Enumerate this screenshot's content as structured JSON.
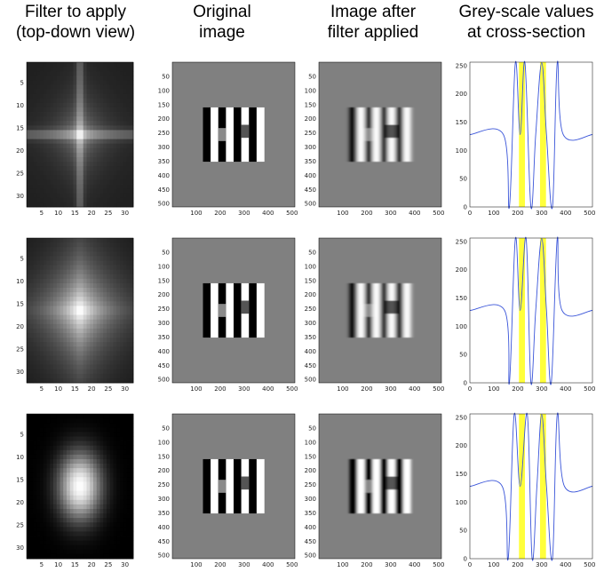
{
  "headers": [
    {
      "line1": "Filter to apply",
      "line2": "(top-down view)"
    },
    {
      "line1": "Original",
      "line2": "image"
    },
    {
      "line1": "Image after",
      "line2": "filter applied"
    },
    {
      "line1": "Grey-scale values",
      "line2": "at cross-section"
    }
  ],
  "filter_ticks": {
    "y": [
      "5",
      "10",
      "15",
      "20",
      "25",
      "30"
    ],
    "x": [
      "5",
      "10",
      "15",
      "20",
      "25",
      "30"
    ]
  },
  "image_ticks": {
    "y": [
      "50",
      "100",
      "150",
      "200",
      "250",
      "300",
      "350",
      "400",
      "450",
      "500"
    ],
    "x": [
      "100",
      "200",
      "300",
      "400",
      "500"
    ]
  },
  "profile_ticks": {
    "y": [
      "0",
      "50",
      "100",
      "150",
      "200",
      "250"
    ],
    "x": [
      "0",
      "100",
      "200",
      "300",
      "400",
      "500"
    ]
  },
  "rows": [
    {
      "filter": "cross"
    },
    {
      "filter": "diamond"
    },
    {
      "filter": "round"
    }
  ],
  "colors": {
    "background_grey": "#808080",
    "highlight": "#ffff3b",
    "profile_line": "#3a55d9"
  },
  "chart_data": [
    {
      "type": "line",
      "title": "",
      "xlabel": "",
      "ylabel": "",
      "xlim": [
        0,
        512
      ],
      "ylim": [
        0,
        256
      ],
      "series": [
        {
          "x": [
            0,
            140,
            165,
            190,
            210,
            230,
            255,
            275,
            300,
            320,
            345,
            365,
            390,
            512
          ],
          "y": [
            128,
            128,
            0,
            255,
            128,
            255,
            0,
            128,
            255,
            128,
            0,
            255,
            128,
            128
          ]
        }
      ],
      "highlight_ranges": [
        [
          205,
          230
        ],
        [
          293,
          318
        ]
      ]
    },
    {
      "type": "line",
      "title": "",
      "xlabel": "",
      "ylabel": "",
      "xlim": [
        0,
        512
      ],
      "ylim": [
        0,
        256
      ],
      "series": [
        {
          "x": [
            0,
            145,
            165,
            190,
            210,
            235,
            255,
            275,
            300,
            320,
            340,
            365,
            385,
            512
          ],
          "y": [
            128,
            128,
            0,
            255,
            128,
            255,
            0,
            128,
            255,
            128,
            0,
            255,
            128,
            128
          ]
        }
      ],
      "highlight_ranges": [
        [
          205,
          230
        ],
        [
          293,
          318
        ]
      ]
    },
    {
      "type": "line",
      "title": "",
      "xlabel": "",
      "ylabel": "",
      "xlim": [
        0,
        512
      ],
      "ylim": [
        0,
        256
      ],
      "series": [
        {
          "x": [
            0,
            135,
            160,
            185,
            210,
            240,
            260,
            280,
            300,
            320,
            345,
            365,
            395,
            512
          ],
          "y": [
            128,
            128,
            0,
            255,
            128,
            255,
            0,
            128,
            255,
            128,
            0,
            255,
            128,
            128
          ]
        }
      ],
      "highlight_ranges": [
        [
          205,
          230
        ],
        [
          293,
          318
        ]
      ]
    }
  ]
}
